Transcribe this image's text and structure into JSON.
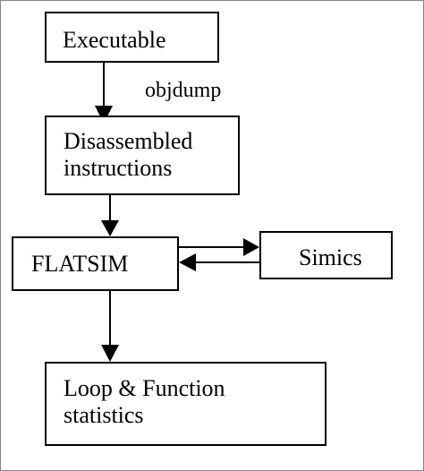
{
  "diagram": {
    "nodes": {
      "executable": {
        "lines": [
          "Executable"
        ]
      },
      "disassembled": {
        "lines": [
          "Disassembled",
          "instructions"
        ]
      },
      "flatsim": {
        "lines": [
          "FLATSIM"
        ]
      },
      "simics": {
        "lines": [
          "Simics"
        ]
      },
      "statistics": {
        "lines": [
          "Loop & Function",
          "statistics"
        ]
      }
    },
    "edges": [
      {
        "from": "executable",
        "to": "disassembled",
        "label": "objdump"
      },
      {
        "from": "disassembled",
        "to": "flatsim",
        "label": ""
      },
      {
        "from": "flatsim",
        "to": "simics",
        "label": ""
      },
      {
        "from": "simics",
        "to": "flatsim",
        "label": ""
      },
      {
        "from": "flatsim",
        "to": "statistics",
        "label": ""
      }
    ],
    "colors": {
      "stroke": "#000000",
      "background": "#ffffff",
      "frame": "#888888"
    }
  }
}
